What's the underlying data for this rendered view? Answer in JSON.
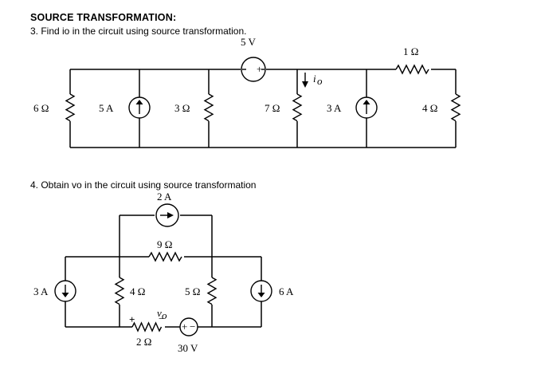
{
  "heading": "SOURCE TRANSFORMATION:",
  "problem3": {
    "text": "3. Find io in the circuit using source transformation.",
    "labels": {
      "v5": "5 V",
      "r1": "1 Ω",
      "r6": "6 Ω",
      "i5": "5 A",
      "r3": "3 Ω",
      "r7": "7 Ω",
      "i3": "3 A",
      "r4": "4 Ω",
      "io": "i",
      "io_sub": "o",
      "plus": "+"
    }
  },
  "problem4": {
    "text": "4. Obtain vo in the circuit using source transformation",
    "labels": {
      "i2": "2 A",
      "r9": "9 Ω",
      "i3": "3 A",
      "r4": "4 Ω",
      "r5": "5 Ω",
      "i6": "6 A",
      "plus": "+",
      "minus": "−",
      "vo": "v",
      "vo_sub": "o",
      "r2": "2 Ω",
      "v30": "30 V",
      "src_plus": "+",
      "src_minus": "−"
    }
  }
}
